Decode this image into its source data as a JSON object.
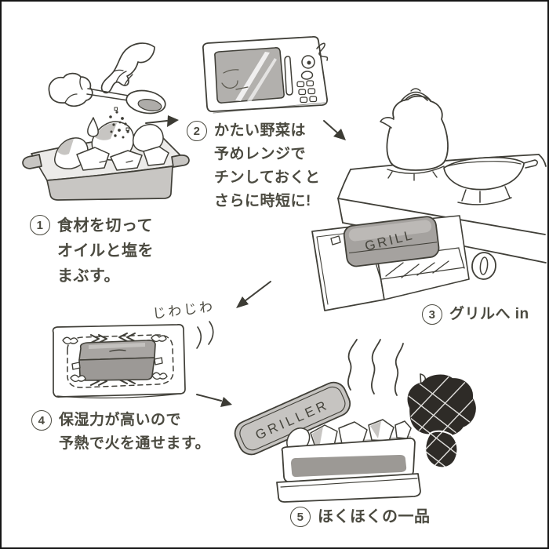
{
  "page": {
    "background": "#ffffff",
    "frame_color": "#161616"
  },
  "palette": {
    "ink": "#403f38",
    "text": "#4b4a40",
    "light_gray": "#c7c5c2",
    "mid_gray": "#9c9995",
    "pan_gray": "#a5a29f",
    "window_gray": "#b2b0ad",
    "mitt_dark": "#2e2b27"
  },
  "steps": {
    "step1": {
      "number": "1",
      "line1": "食材を切って",
      "line2": "オイルと塩を",
      "line3": "まぶす。"
    },
    "step2": {
      "number": "2",
      "line1": "かたい野菜は",
      "line2": "予めレンジで",
      "line3": "チンしておくと",
      "line4": "さらに時短に!"
    },
    "step3": {
      "number": "3",
      "label": "グリルへ in"
    },
    "step4": {
      "number": "4",
      "line1": "保湿力が高いので",
      "line2": "予熱で火を通せます。"
    },
    "step5": {
      "number": "5",
      "label": "ほくほくの一品"
    }
  },
  "annotations": {
    "simmer_note": "じわじわ",
    "lid_text_grill": "GRILL",
    "lid_text_griller": "GRILLER"
  }
}
